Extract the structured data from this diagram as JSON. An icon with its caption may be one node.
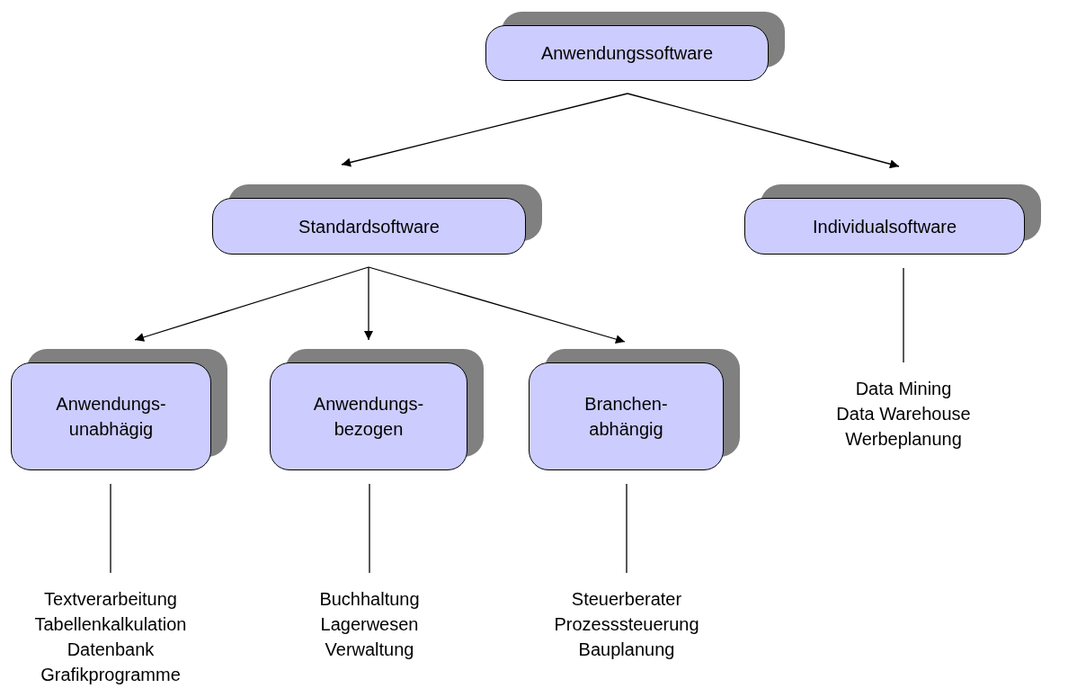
{
  "diagram": {
    "nodes": [
      {
        "text": [
          "Anwendungssoftware"
        ]
      },
      {
        "text": [
          "Standardsoftware"
        ]
      },
      {
        "text": [
          "Individualsoftware"
        ]
      },
      {
        "text": [
          "Anwendungs- unabhägig"
        ]
      },
      {
        "text": [
          "Anwendungs- bezogen"
        ]
      },
      {
        "text": [
          "Branchen- abhängig"
        ]
      },
      {
        "text": [
          "Textverarbeitung",
          "Tabellenkalkulation",
          "Datenbank",
          "Grafikprogramme"
        ]
      },
      {
        "text": [
          "Buchhaltung",
          "Lagerwesen",
          "Verwaltung"
        ]
      },
      {
        "text": [
          "Steuerberater",
          "Prozesssteuerung",
          "Bauplanung"
        ]
      },
      {
        "text": [
          "Data Mining",
          "Data Warehouse",
          "Werbeplanung"
        ]
      }
    ],
    "edges": [
      {
        "from": 0,
        "to": 1,
        "arrow": "to"
      },
      {
        "from": 0,
        "to": 2,
        "arrow": "to"
      },
      {
        "from": 1,
        "to": 3,
        "arrow": "to"
      },
      {
        "from": 1,
        "to": 4,
        "arrow": "to"
      },
      {
        "from": 1,
        "to": 5,
        "arrow": "to"
      },
      {
        "from": 3,
        "to": 6,
        "arrow": "none"
      },
      {
        "from": 4,
        "to": 7,
        "arrow": "none"
      },
      {
        "from": 5,
        "to": 8,
        "arrow": "none"
      },
      {
        "from": 2,
        "to": 9,
        "arrow": "none"
      }
    ]
  }
}
